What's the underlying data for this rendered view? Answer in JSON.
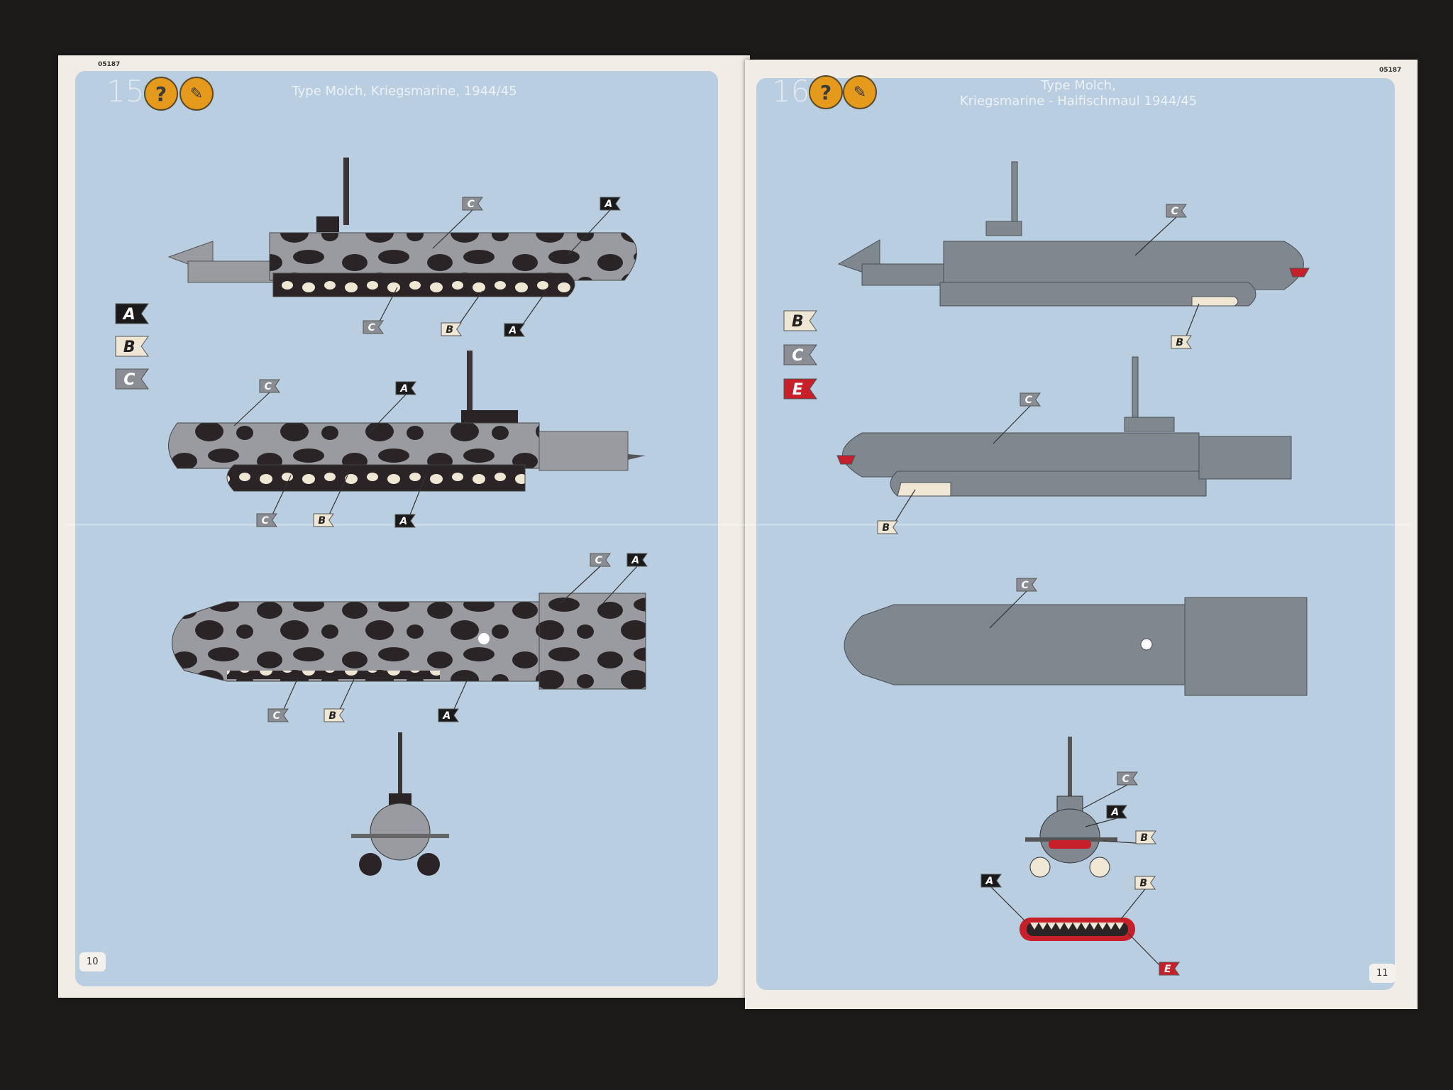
{
  "document_code": "05187",
  "left_page": {
    "step": "15",
    "title": "Type Molch, Kriegsmarine, 1944/45",
    "page_number": "10",
    "icons": [
      "help-icon",
      "paintbrush-icon"
    ],
    "swatches": [
      "A",
      "B",
      "C"
    ],
    "callouts": [
      "C",
      "A",
      "C",
      "B",
      "A",
      "C",
      "A",
      "C",
      "B",
      "A",
      "C",
      "A",
      "C",
      "B",
      "A"
    ]
  },
  "right_page": {
    "step": "16",
    "title_line1": "Type Molch,",
    "title_line2": "Kriegsmarine - Haifischmaul 1944/45",
    "page_number": "11",
    "icons": [
      "help-icon",
      "paintbrush-icon"
    ],
    "swatches": [
      "B",
      "C",
      "E"
    ],
    "callouts": [
      "C",
      "B",
      "C",
      "B",
      "C",
      "C",
      "A",
      "B",
      "A",
      "B",
      "E"
    ]
  },
  "colors": {
    "A": "#1a1a1a",
    "B": "#efe6d4",
    "C": "#8a8e94",
    "E": "#c8202a",
    "panel": "#b9cee0",
    "hull": "#7f878f"
  }
}
